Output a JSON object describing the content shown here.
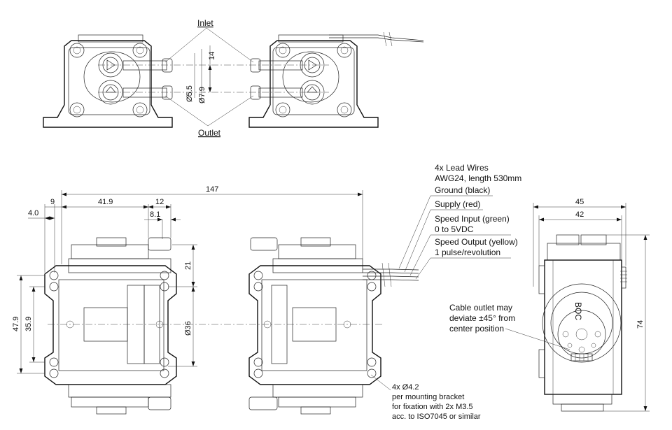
{
  "callouts": {
    "inlet": "Inlet",
    "outlet": "Outlet"
  },
  "top_view_dims": {
    "d14": "14",
    "d5_5": "Ø5.5",
    "d7_9": "Ø7.9"
  },
  "front_view_dims": {
    "overall_length": "147",
    "d9": "9",
    "d41_9": "41.9",
    "d12": "12",
    "d4_0": "4.0",
    "d8_1": "8.1",
    "d21": "21",
    "d36": "Ø36",
    "d47_9": "47.9",
    "d35_9": "35.9"
  },
  "side_view_dims": {
    "d45": "45",
    "d42": "42",
    "d74": "74"
  },
  "lead_wires": {
    "title_line1": "4x Lead Wires",
    "title_line2": "AWG24, length 530mm",
    "wires": [
      "Ground (black)",
      "Supply (red)",
      "Speed Input (green)",
      "0 to 5VDC",
      "Speed Output (yellow)",
      "1 pulse/revolution"
    ]
  },
  "cable_note": [
    "Cable outlet may",
    "deviate ±45° from",
    "center position"
  ],
  "mounting_note": [
    "4x  Ø4.2",
    "per mounting bracket",
    "for fixation with 2x M3.5",
    "acc. to ISO7045 or similar"
  ],
  "motor_label": "BOC"
}
